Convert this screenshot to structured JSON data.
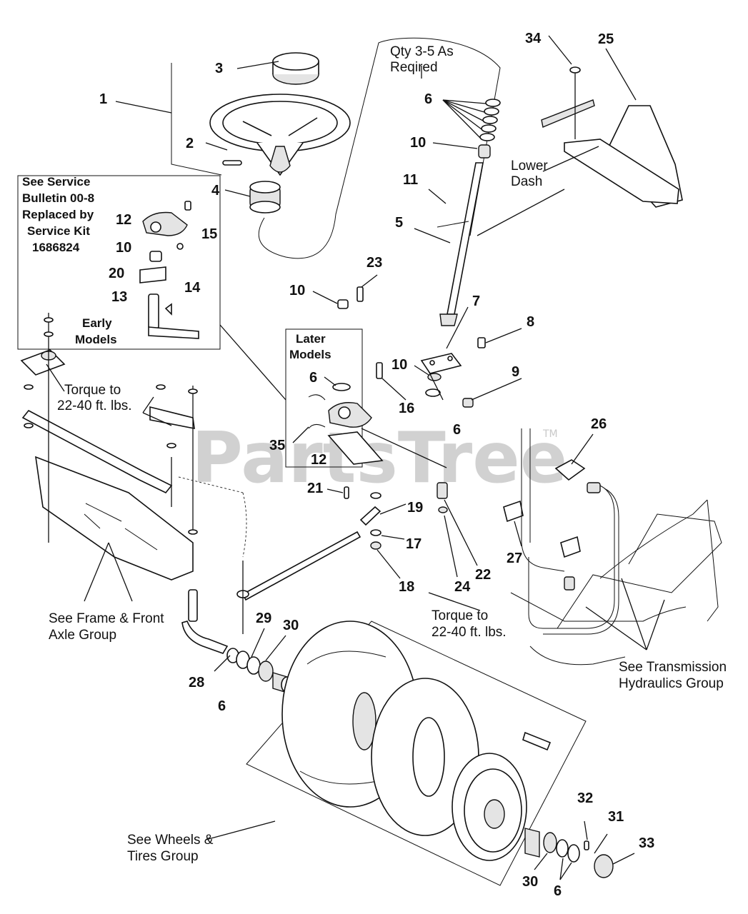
{
  "watermark": {
    "text": "PartsTree",
    "tm": "TM"
  },
  "callouts": [
    {
      "id": "c1",
      "text": "1"
    },
    {
      "id": "c2",
      "text": "2"
    },
    {
      "id": "c3",
      "text": "3"
    },
    {
      "id": "c4",
      "text": "4"
    },
    {
      "id": "c5",
      "text": "5"
    },
    {
      "id": "c6a",
      "text": "6"
    },
    {
      "id": "c6b",
      "text": "6"
    },
    {
      "id": "c6c",
      "text": "6"
    },
    {
      "id": "c6d",
      "text": "6"
    },
    {
      "id": "c6e",
      "text": "6"
    },
    {
      "id": "c7",
      "text": "7"
    },
    {
      "id": "c8",
      "text": "8"
    },
    {
      "id": "c9",
      "text": "9"
    },
    {
      "id": "c10a",
      "text": "10"
    },
    {
      "id": "c10b",
      "text": "10"
    },
    {
      "id": "c10c",
      "text": "10"
    },
    {
      "id": "c10d",
      "text": "10"
    },
    {
      "id": "c11",
      "text": "11"
    },
    {
      "id": "c12a",
      "text": "12"
    },
    {
      "id": "c12b",
      "text": "12"
    },
    {
      "id": "c13",
      "text": "13"
    },
    {
      "id": "c14",
      "text": "14"
    },
    {
      "id": "c15",
      "text": "15"
    },
    {
      "id": "c16",
      "text": "16"
    },
    {
      "id": "c17",
      "text": "17"
    },
    {
      "id": "c18",
      "text": "18"
    },
    {
      "id": "c19",
      "text": "19"
    },
    {
      "id": "c20",
      "text": "20"
    },
    {
      "id": "c21",
      "text": "21"
    },
    {
      "id": "c22",
      "text": "22"
    },
    {
      "id": "c23",
      "text": "23"
    },
    {
      "id": "c24",
      "text": "24"
    },
    {
      "id": "c25",
      "text": "25"
    },
    {
      "id": "c26",
      "text": "26"
    },
    {
      "id": "c27",
      "text": "27"
    },
    {
      "id": "c28",
      "text": "28"
    },
    {
      "id": "c29",
      "text": "29"
    },
    {
      "id": "c30a",
      "text": "30"
    },
    {
      "id": "c30b",
      "text": "30"
    },
    {
      "id": "c31",
      "text": "31"
    },
    {
      "id": "c32",
      "text": "32"
    },
    {
      "id": "c33",
      "text": "33"
    },
    {
      "id": "c34",
      "text": "34"
    },
    {
      "id": "c35",
      "text": "35"
    }
  ],
  "notes": {
    "qty_line1": "Qty 3-5 As",
    "qty_line2": "Reqired",
    "lower_dash_1": "Lower",
    "lower_dash_2": "Dash",
    "service_1": "See Service",
    "service_2": "Bulletin 00-8",
    "service_3": "Replaced by",
    "service_4": "Service Kit",
    "service_5": "1686824",
    "early_1": "Early",
    "early_2": "Models",
    "later_1": "Later",
    "later_2": "Models",
    "torque_a1": "Torque to",
    "torque_a2": "22-40 ft. lbs.",
    "torque_b1": "Torque to",
    "torque_b2": "22-40 ft. lbs.",
    "frame_1": "See Frame & Front",
    "frame_2": "Axle Group",
    "trans_1": "See Transmission",
    "trans_2": "Hydraulics Group",
    "wheels_1": "See Wheels &",
    "wheels_2": "Tires Group"
  }
}
